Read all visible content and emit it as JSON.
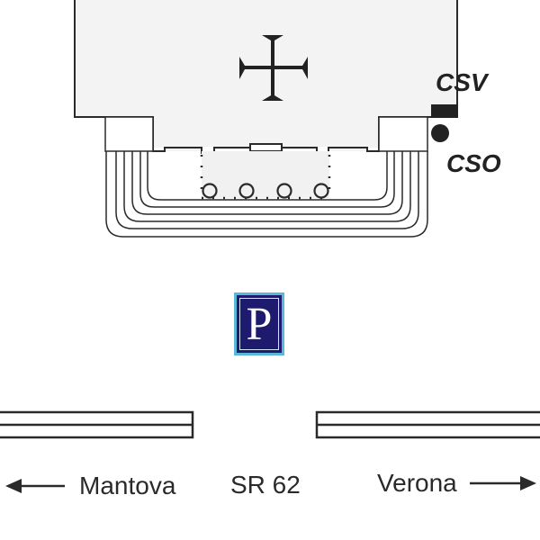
{
  "map": {
    "church_symbol": "cross-pattee-icon",
    "markers": [
      {
        "id": "csv",
        "label": "CSV",
        "symbol": "square"
      },
      {
        "id": "cso",
        "label": "CSO",
        "symbol": "circle"
      }
    ],
    "parking": {
      "letter": "P",
      "icon": "parking-icon"
    },
    "road": {
      "name": "SR 62",
      "west_destination": "Mantova",
      "east_destination": "Verona"
    },
    "colors": {
      "building_fill": "#f3f3f3",
      "line": "#2a2a2a",
      "parking_bg": "#1e1b6e",
      "parking_border": "#5bb7d8"
    }
  }
}
